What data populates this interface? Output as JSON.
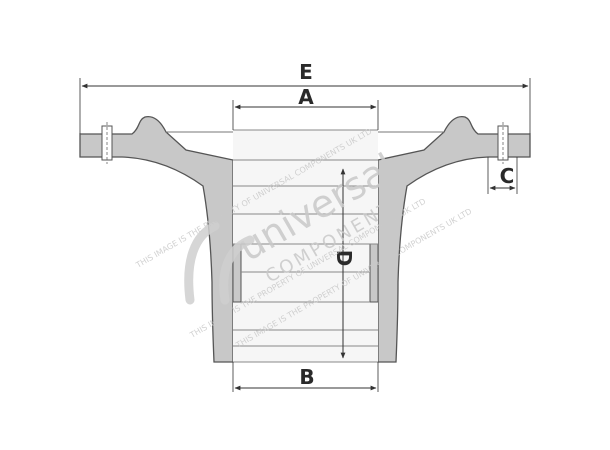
{
  "dimensions": {
    "E": "E",
    "A": "A",
    "B": "B",
    "C": "C",
    "D": "D"
  },
  "watermark": {
    "brand_line1": "universal",
    "brand_line2": "COMPONENTS",
    "notice_upper": "THIS IMAGE IS THE PROPERTY OF UNIVERSAL COMPONENTS UK LTD",
    "notice_middle": "THIS IMAGE IS THE PROPERTY OF UNIVERSAL COMPONENTS UK LTD",
    "notice_lower": "THIS IMAGE IS THE PROPERTY OF UNIVERSAL COMPONENTS UK LTD"
  },
  "colors": {
    "part_fill": "#c8c8c8",
    "part_stroke": "#555555",
    "dimension_line": "#333333",
    "watermark": "#c9c9c9",
    "background": "#ffffff"
  }
}
